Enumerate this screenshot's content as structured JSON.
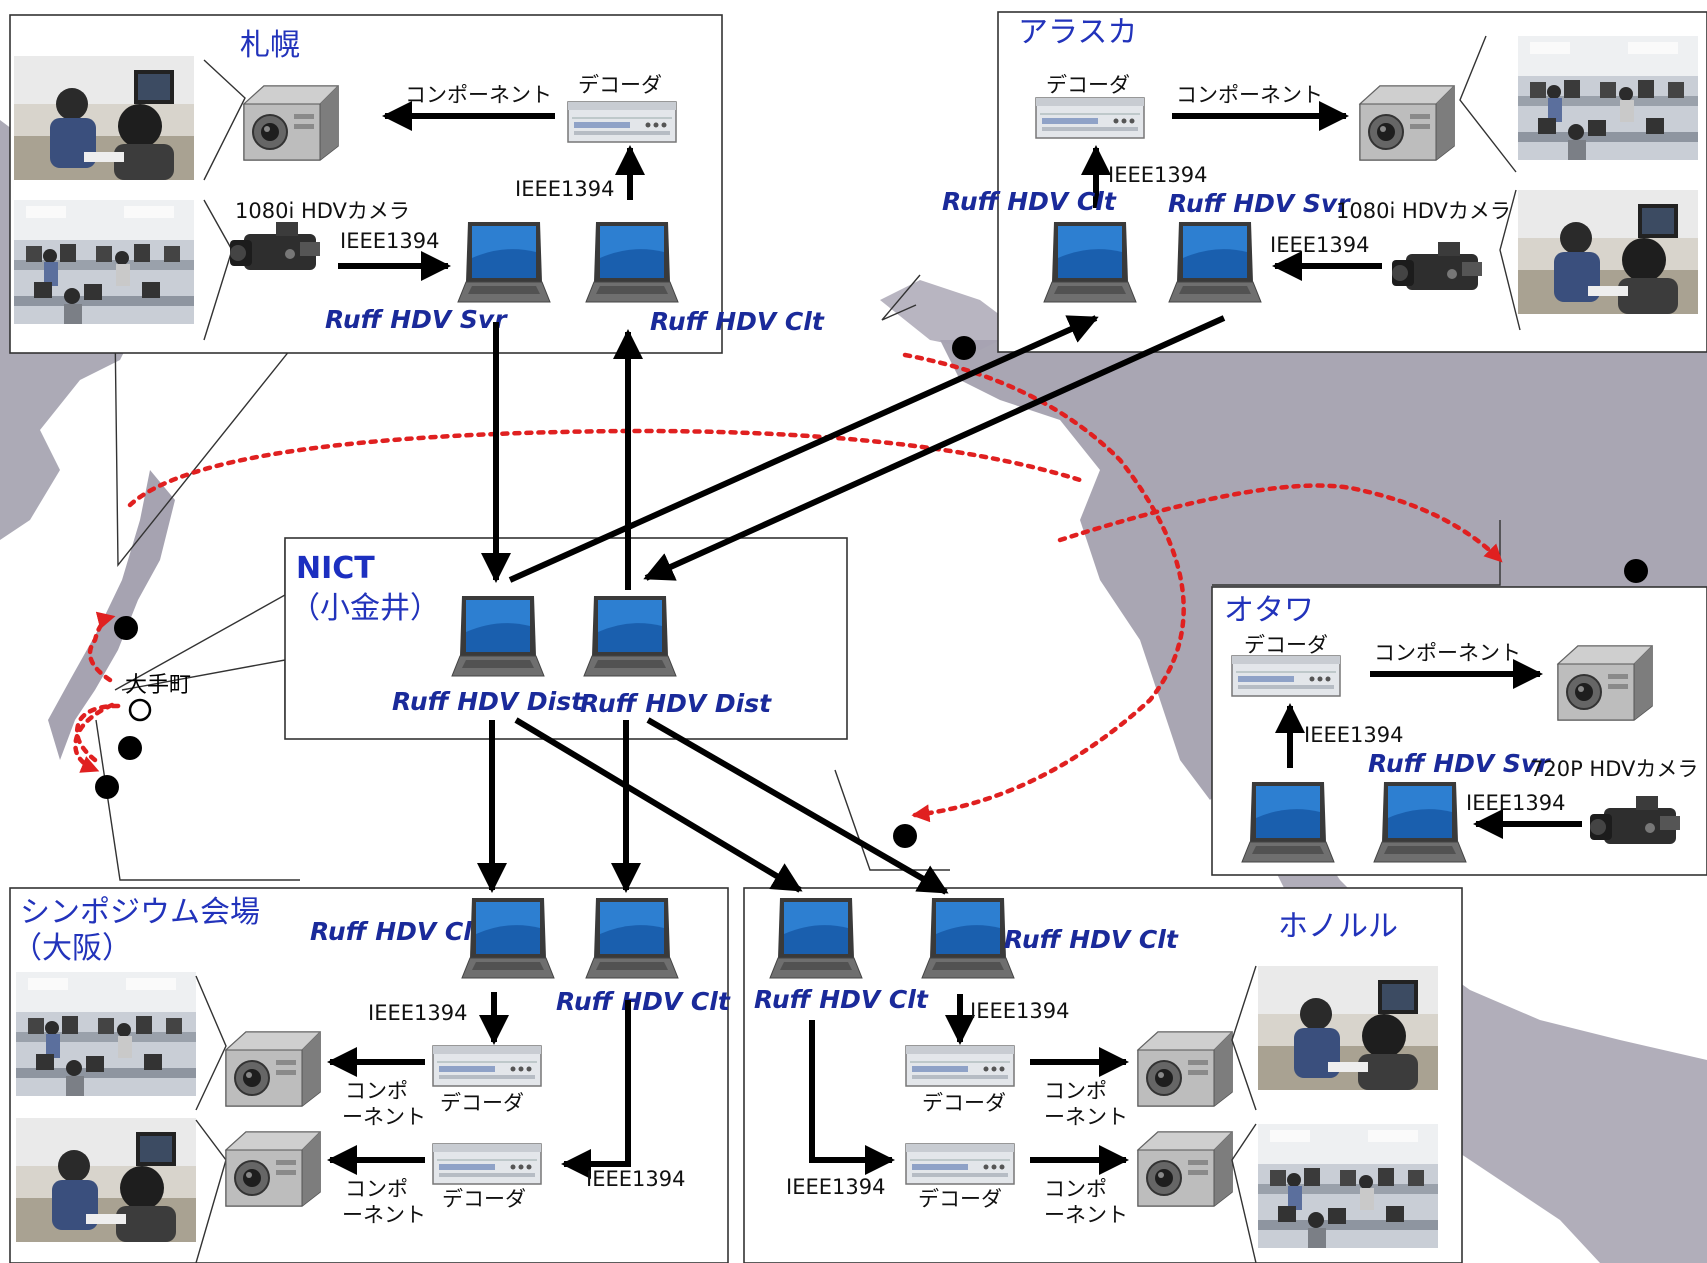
{
  "colors": {
    "route": "#e02020",
    "site_title": "#2233bb",
    "software": "#1a2a9a",
    "map_land": "#9a97a6"
  },
  "sites": {
    "sapporo": {
      "name": "札幌",
      "camera": "1080i HDVカメラ"
    },
    "alaska": {
      "name": "アラスカ",
      "camera": "1080i HDVカメラ"
    },
    "ottawa": {
      "name": "オタワ",
      "camera": "720P HDVカメラ"
    },
    "nict": {
      "name": "NICT",
      "sub": "（小金井）"
    },
    "otemachi": {
      "name": "大手町"
    },
    "osaka": {
      "name": "シンポジウム会場",
      "sub": "（大阪）"
    },
    "honolulu": {
      "name": "ホノルル"
    }
  },
  "software": {
    "svr": "Ruff HDV Svr",
    "clt": "Ruff HDV Clt",
    "dist": "Ruff HDV Dist"
  },
  "labels": {
    "decoder": "デコーダ",
    "component": "コンポーネント",
    "component_l1": "コンポ",
    "component_l2": "ーネント",
    "ieee": "IEEE1394"
  },
  "icons": [
    "projector-icon",
    "decoder-icon",
    "laptop-icon",
    "camcorder-icon",
    "photo-icon"
  ]
}
